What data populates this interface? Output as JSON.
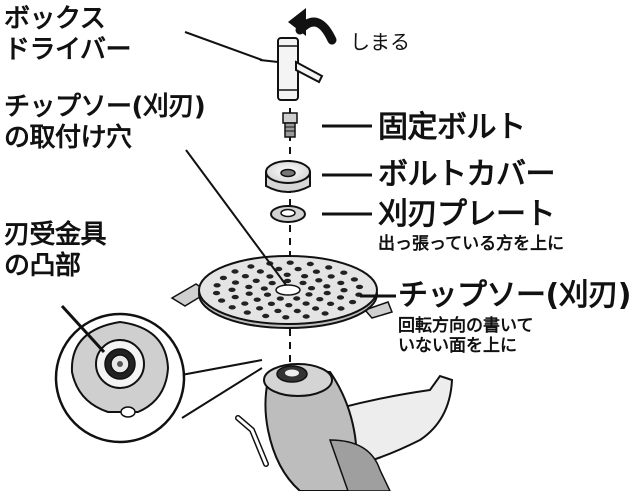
{
  "labels": {
    "box_driver": [
      "ボックス",
      "ドライバー"
    ],
    "tighten": "しまる",
    "tip_saw_mount": [
      "チップソー(刈刃)",
      "の取付け穴"
    ],
    "fixing_bolt": "固定ボルト",
    "bolt_cover": "ボルトカバー",
    "blade_plate": "刈刃プレート",
    "blade_plate_note": "出っ張っている方を上に",
    "blade_holder": [
      "刃受金具",
      "の凸部"
    ],
    "tip_saw": "チップソー(刈刃)",
    "tip_saw_note": [
      "回転方向の書いて",
      "いない面を上に"
    ]
  }
}
